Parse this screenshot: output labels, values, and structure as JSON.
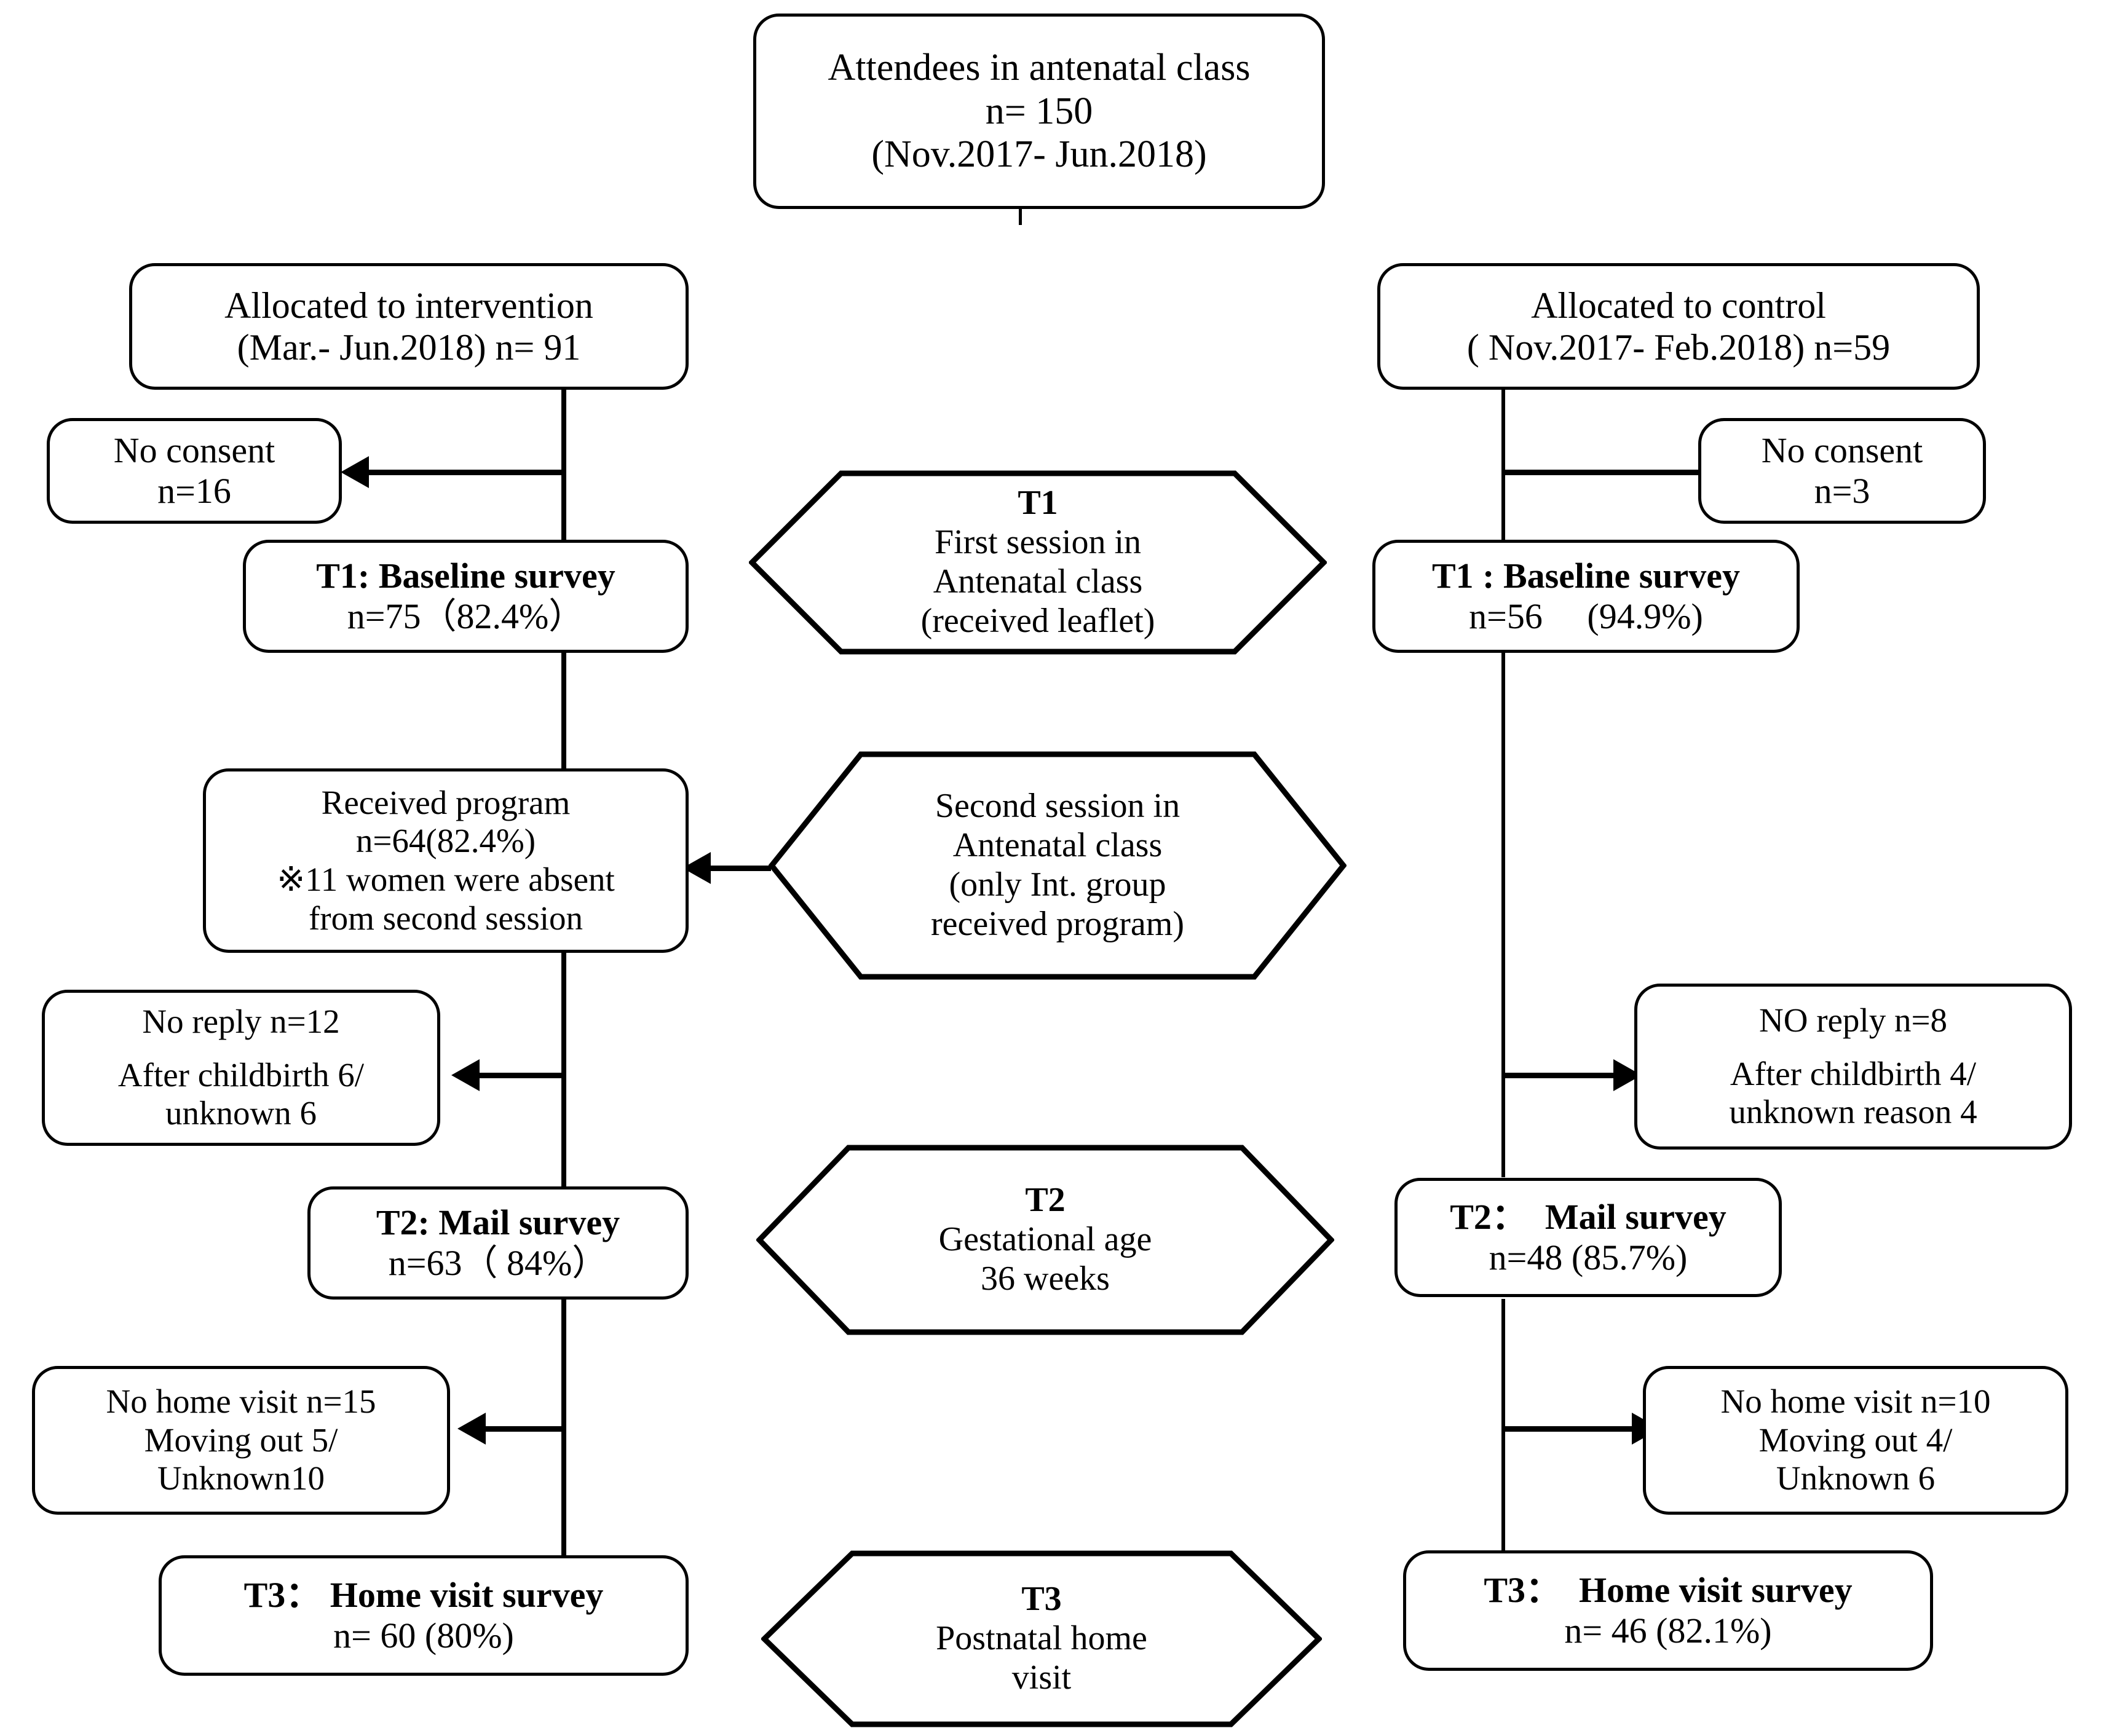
{
  "diagram": {
    "title_flow": "CONSORT-style participant flow diagram",
    "top": {
      "lines": [
        "Attendees in antenatal class",
        "n= 150",
        "(Nov.2017- Jun.2018)"
      ]
    },
    "intervention": {
      "allocated": {
        "lines": [
          "Allocated to intervention",
          "(Mar.- Jun.2018) n= 91"
        ]
      },
      "no_consent": {
        "lines": [
          "No consent",
          "n=16"
        ]
      },
      "t1": {
        "lines": [
          "T1: Baseline survey",
          "n=75（82.4%）"
        ],
        "bold_prefix": "T1"
      },
      "received_program": {
        "lines": [
          "Received program",
          "n=64(82.4%)",
          "※11 women were absent",
          "from second session"
        ]
      },
      "no_reply": {
        "lines": [
          "No reply n=12",
          "",
          "After childbirth 6/",
          "unknown 6"
        ]
      },
      "t2": {
        "lines": [
          "T2: Mail survey",
          "n=63（ 84%）"
        ],
        "bold_prefix": "T2"
      },
      "no_home_visit": {
        "lines": [
          "No home visit n=15",
          "Moving out 5/",
          "Unknown10"
        ]
      },
      "t3": {
        "lines": [
          "T3： Home visit survey",
          "n= 60 (80%)"
        ],
        "bold_prefix": "T3"
      }
    },
    "control": {
      "allocated": {
        "lines": [
          "Allocated to control",
          "( Nov.2017- Feb.2018) n=59"
        ]
      },
      "no_consent": {
        "lines": [
          "No consent",
          "n=3"
        ]
      },
      "t1": {
        "lines": [
          "T1 : Baseline survey",
          "n=56     (94.9%)"
        ],
        "bold_prefix": "T1"
      },
      "no_reply": {
        "lines": [
          "NO reply n=8",
          "",
          "After childbirth 4/",
          "unknown reason 4"
        ]
      },
      "t2": {
        "lines": [
          "T2：  Mail survey",
          "n=48 (85.7%)"
        ],
        "bold_prefix": "T2"
      },
      "no_home_visit": {
        "lines": [
          "No home visit n=10",
          "Moving out 4/",
          "Unknown 6"
        ]
      },
      "t3": {
        "lines": [
          "T3：  Home visit survey",
          "n= 46 (82.1%)"
        ],
        "bold_prefix": "T3"
      }
    },
    "timepoints": {
      "t1_hex": {
        "label": "T1",
        "lines": [
          "First session in",
          "Antenatal class",
          "(received leaflet)"
        ]
      },
      "t2_session_hex": {
        "lines": [
          "Second session in",
          "Antenatal class",
          "(only Int. group",
          "received program)"
        ]
      },
      "t2_hex": {
        "label": "T2",
        "lines": [
          "Gestational age",
          "36 weeks"
        ]
      },
      "t3_hex": {
        "label": "T3",
        "lines": [
          "Postnatal home",
          "visit"
        ]
      }
    },
    "colors": {
      "stroke": "#000000",
      "background": "#ffffff",
      "text": "#000000"
    }
  }
}
